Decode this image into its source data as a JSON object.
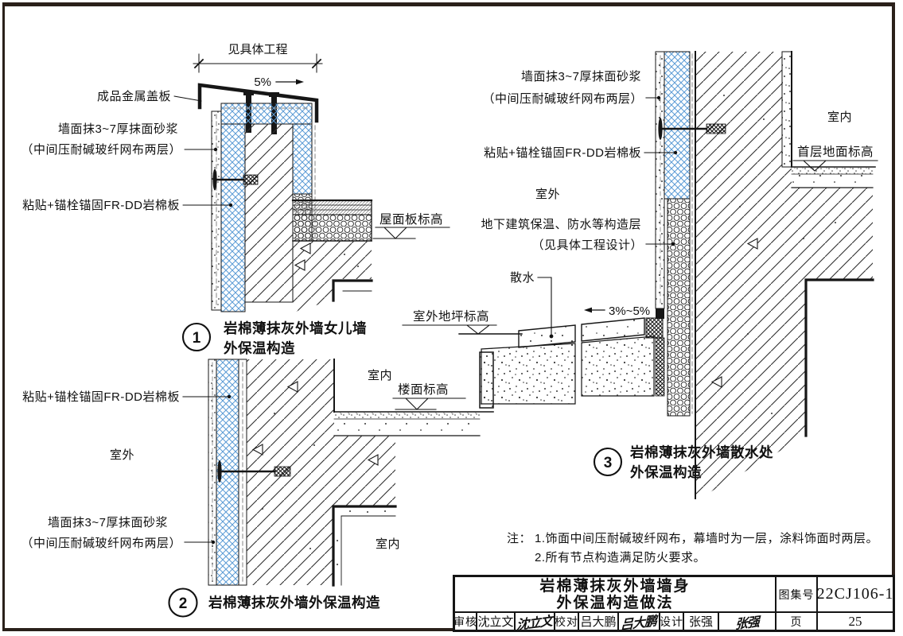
{
  "colors": {
    "insulation_blue": "#5b9bd5",
    "line": "#1f1f1f",
    "paper": "#ffffff"
  },
  "d1": {
    "num": "1",
    "title1": "岩棉薄抹灰外墙女儿墙",
    "title2": "外保温构造",
    "dim": "见具体工程",
    "slope": "5%",
    "cap": "成品金属盖板",
    "mortar1": "墙面抹3~7厚抹面砂浆",
    "mortar2": "（中间压耐碱玻纤网布两层）",
    "rockwool": "粘贴+锚栓锚固FR-DD岩棉板",
    "roof_level": "屋面板标高"
  },
  "d2": {
    "num": "2",
    "title": "岩棉薄抹灰外墙外保温构造",
    "rockwool": "粘贴+锚栓锚固FR-DD岩棉板",
    "outdoor": "室外",
    "indoor_upper": "室内",
    "indoor_lower": "室内",
    "floor_level": "楼面标高",
    "mortar1": "墙面抹3~7厚抹面砂浆",
    "mortar2": "（中间压耐碱玻纤网布两层）"
  },
  "d3": {
    "num": "3",
    "title1": "岩棉薄抹灰外墙散水处",
    "title2": "外保温构造",
    "mortar1": "墙面抹3~7厚抹面砂浆",
    "mortar2": "（中间压耐碱玻纤网布两层）",
    "rockwool": "粘贴+锚栓锚固FR-DD岩棉板",
    "outdoor": "室外",
    "underground1": "地下建筑保温、防水等构造层",
    "underground2": "（见具体工程设计）",
    "apron": "散水",
    "slope": "3%~5%",
    "ground_level": "室外地坪标高",
    "indoor": "室内",
    "floor_level": "首层地面标高"
  },
  "notes": {
    "prefix": "注：",
    "n1": "1.饰面中间压耐碱玻纤网布，幕墙时为一层，涂料饰面时两层。",
    "n2": "2.所有节点构造满足防火要求。"
  },
  "tb": {
    "title1": "岩棉薄抹灰外墙墙身",
    "title2": "外保温构造做法",
    "atlas_label": "图集号",
    "atlas_no": "22CJ106-1",
    "page_label": "页",
    "page_no": "25",
    "audit_label": "审核",
    "audit_name": "沈立文",
    "audit_sig": "沈立文",
    "check_label": "校对",
    "check_name": "吕大鹏",
    "check_sig": "吕大鹏",
    "design_label": "设计",
    "design_name": "张强",
    "design_sig": "张强"
  }
}
